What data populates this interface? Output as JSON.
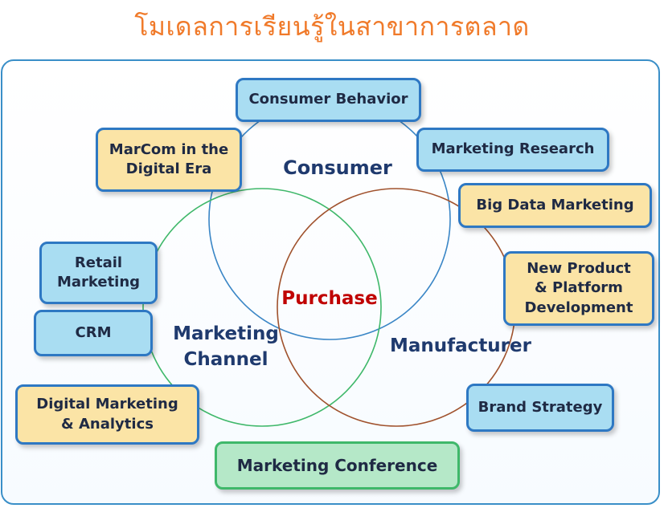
{
  "title": "โมเดลการเรียนรู้ในสาขาการตลาด",
  "colors": {
    "title": "#F07A2A",
    "frame": "#3A8FC8",
    "consumer_circle": "#3A86C6",
    "channel_circle": "#3FB86A",
    "manufacturer_circle": "#A0522D",
    "purchase_text": "#C00000",
    "box_blue": "#A9DDF2",
    "box_yellow": "#FBE4A6",
    "box_green": "#B5E8C8"
  },
  "venn": {
    "consumer": "Consumer",
    "channel": "Marketing\nChannel",
    "manufacturer": "Manufacturer",
    "center": "Purchase"
  },
  "boxes": {
    "consumer_behavior": "Consumer Behavior",
    "marcom": "MarCom in the\nDigital Era",
    "marketing_research": "Marketing Research",
    "big_data": "Big Data Marketing",
    "new_product": "New Product\n& Platform\nDevelopment",
    "retail": "Retail\nMarketing",
    "crm": "CRM",
    "digital_marketing": "Digital Marketing\n& Analytics",
    "brand_strategy": "Brand Strategy",
    "conference": "Marketing Conference"
  }
}
